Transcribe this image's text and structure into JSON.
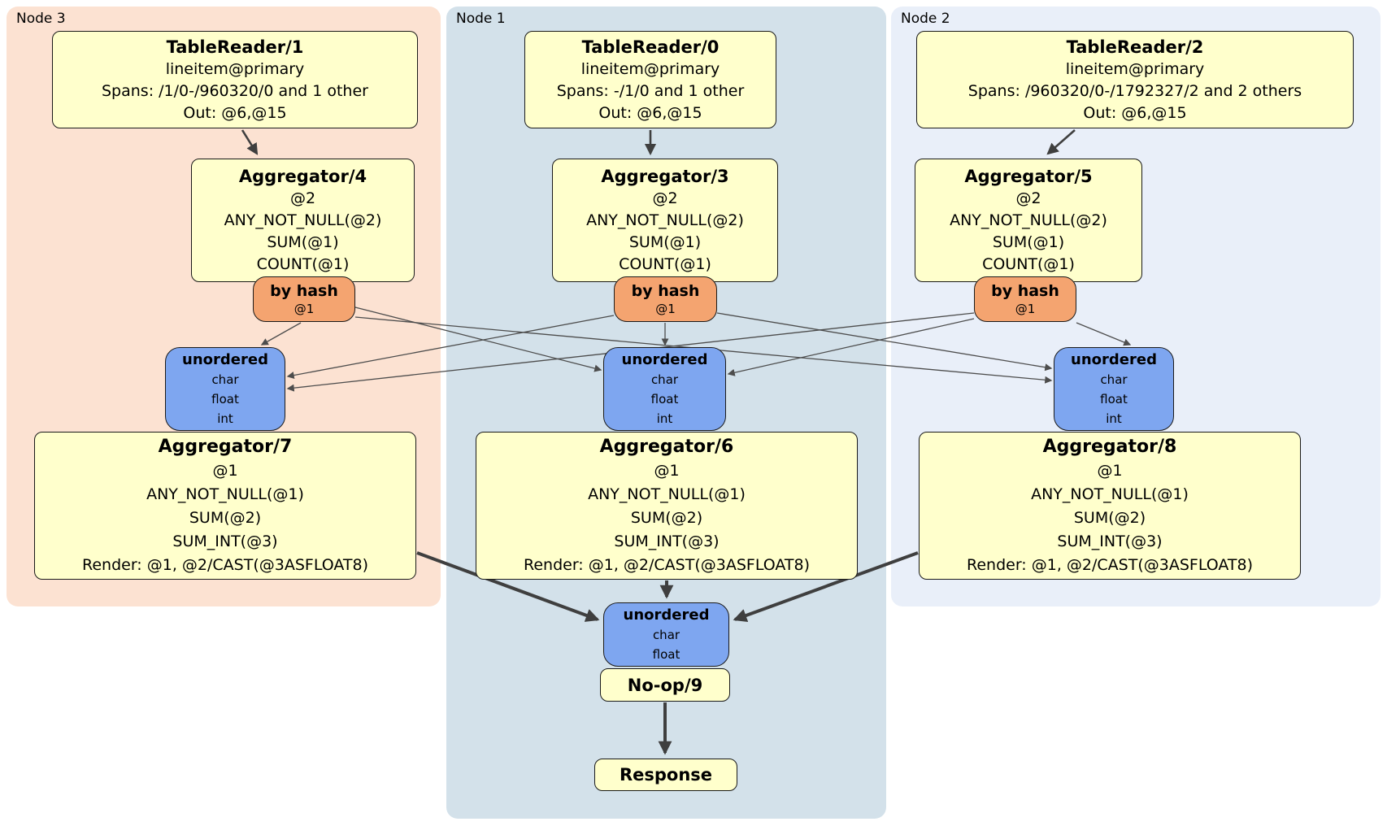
{
  "regions": [
    {
      "label": "Node 3"
    },
    {
      "label": "Node 1"
    },
    {
      "label": "Node 2"
    }
  ],
  "boxes": {
    "tr1": {
      "title": "TableReader/1",
      "lines": [
        "lineitem@primary",
        "Spans: /1/0-/960320/0 and 1 other",
        "Out: @6,@15"
      ]
    },
    "tr0": {
      "title": "TableReader/0",
      "lines": [
        "lineitem@primary",
        "Spans: -/1/0 and 1 other",
        "Out: @6,@15"
      ]
    },
    "tr2": {
      "title": "TableReader/2",
      "lines": [
        "lineitem@primary",
        "Spans: /960320/0-/1792327/2 and 2 others",
        "Out: @6,@15"
      ]
    },
    "agg4": {
      "title": "Aggregator/4",
      "lines": [
        "@2",
        "ANY_NOT_NULL(@2)",
        "SUM(@1)",
        "COUNT(@1)"
      ]
    },
    "agg3": {
      "title": "Aggregator/3",
      "lines": [
        "@2",
        "ANY_NOT_NULL(@2)",
        "SUM(@1)",
        "COUNT(@1)"
      ]
    },
    "agg5": {
      "title": "Aggregator/5",
      "lines": [
        "@2",
        "ANY_NOT_NULL(@2)",
        "SUM(@1)",
        "COUNT(@1)"
      ]
    },
    "hash3": {
      "title": "by hash",
      "lines": [
        "@1"
      ]
    },
    "hash1": {
      "title": "by hash",
      "lines": [
        "@1"
      ]
    },
    "hash2": {
      "title": "by hash",
      "lines": [
        "@1"
      ]
    },
    "sync3": {
      "title": "unordered",
      "lines": [
        "char",
        "float",
        "int"
      ]
    },
    "sync1": {
      "title": "unordered",
      "lines": [
        "char",
        "float",
        "int"
      ]
    },
    "sync2": {
      "title": "unordered",
      "lines": [
        "char",
        "float",
        "int"
      ]
    },
    "agg7": {
      "title": "Aggregator/7",
      "lines": [
        "@1",
        "ANY_NOT_NULL(@1)",
        "SUM(@2)",
        "SUM_INT(@3)",
        "Render: @1, @2/CAST(@3ASFLOAT8)"
      ]
    },
    "agg6": {
      "title": "Aggregator/6",
      "lines": [
        "@1",
        "ANY_NOT_NULL(@1)",
        "SUM(@2)",
        "SUM_INT(@3)",
        "Render: @1, @2/CAST(@3ASFLOAT8)"
      ]
    },
    "agg8": {
      "title": "Aggregator/8",
      "lines": [
        "@1",
        "ANY_NOT_NULL(@1)",
        "SUM(@2)",
        "SUM_INT(@3)",
        "Render: @1, @2/CAST(@3ASFLOAT8)"
      ]
    },
    "syncf": {
      "title": "unordered",
      "lines": [
        "char",
        "float"
      ]
    },
    "noop": {
      "title": "No-op/9",
      "lines": []
    },
    "response": {
      "title": "Response",
      "lines": []
    }
  },
  "colors": {
    "region_node3": "#fce2d2",
    "region_node1": "#d3e1ea",
    "region_node2": "#e9eff9",
    "processor_fill": "#ffffcc",
    "router_fill": "#f4a470",
    "sync_fill": "#7ea6f0",
    "edge_thin": "#4d4d4d",
    "edge_thick": "#3f3f3f",
    "border": "#1a1a1a"
  }
}
